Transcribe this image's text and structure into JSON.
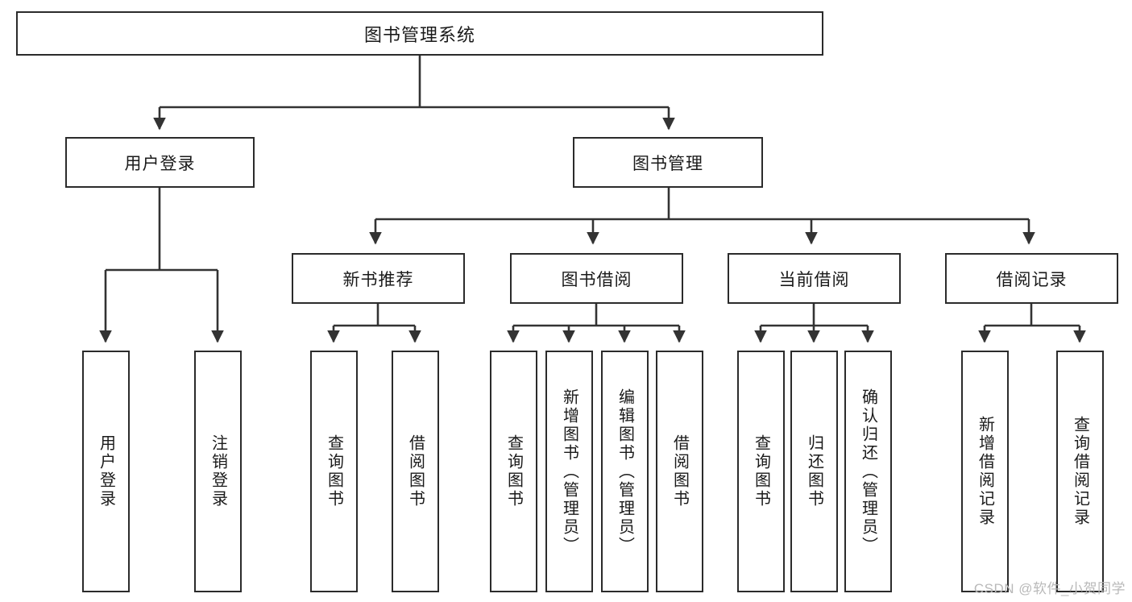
{
  "diagram": {
    "title": "图书管理系统",
    "watermark": "CSDN @软件_小贺同学",
    "colors": {
      "box_border": "#2b2b2b",
      "box_fill": "#ffffff",
      "line": "#333333",
      "text": "#1a1a1a",
      "watermark": "#b9b9b9",
      "background": "#ffffff"
    },
    "type": "tree",
    "root": {
      "id": "root",
      "label": "图书管理系统",
      "orientation": "horizontal"
    },
    "level2": [
      {
        "id": "login",
        "label": "用户登录",
        "orientation": "horizontal"
      },
      {
        "id": "bookmgmt",
        "label": "图书管理",
        "orientation": "horizontal"
      }
    ],
    "level3": [
      {
        "id": "newbook",
        "label": "新书推荐",
        "orientation": "horizontal",
        "parent": "bookmgmt"
      },
      {
        "id": "borrow",
        "label": "图书借阅",
        "orientation": "horizontal",
        "parent": "bookmgmt"
      },
      {
        "id": "current",
        "label": "当前借阅",
        "orientation": "horizontal",
        "parent": "bookmgmt"
      },
      {
        "id": "records",
        "label": "借阅记录",
        "orientation": "horizontal",
        "parent": "bookmgmt"
      }
    ],
    "leaves": [
      {
        "id": "leaf-1",
        "label": "用户登录",
        "parent": "login"
      },
      {
        "id": "leaf-2",
        "label": "注销登录",
        "parent": "login"
      },
      {
        "id": "leaf-3",
        "label": "查询图书",
        "parent": "newbook"
      },
      {
        "id": "leaf-4",
        "label": "借阅图书",
        "parent": "newbook"
      },
      {
        "id": "leaf-5",
        "label": "查询图书",
        "parent": "borrow"
      },
      {
        "id": "leaf-6",
        "label": "新增图书（管理员）",
        "parent": "borrow"
      },
      {
        "id": "leaf-7",
        "label": "编辑图书（管理员）",
        "parent": "borrow"
      },
      {
        "id": "leaf-8",
        "label": "借阅图书",
        "parent": "borrow"
      },
      {
        "id": "leaf-9",
        "label": "查询图书",
        "parent": "current"
      },
      {
        "id": "leaf-10",
        "label": "归还图书",
        "parent": "current"
      },
      {
        "id": "leaf-11",
        "label": "确认归还（管理员）",
        "parent": "current"
      },
      {
        "id": "leaf-12",
        "label": "新增借阅记录",
        "parent": "records"
      },
      {
        "id": "leaf-13",
        "label": "查询借阅记录",
        "parent": "records"
      }
    ]
  }
}
